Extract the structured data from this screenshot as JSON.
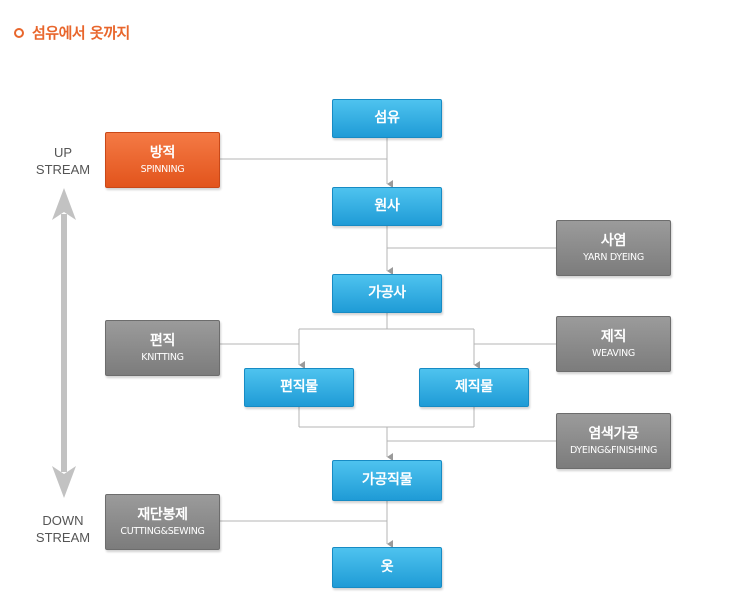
{
  "title": "섬유에서 옷까지",
  "colors": {
    "accent": "#e8662c",
    "blue": "#2aa7e0",
    "gray": "#8c8c8c",
    "orange": "#ec6630"
  },
  "stream_labels": {
    "up": [
      "UP",
      "STREAM"
    ],
    "down": [
      "DOWN",
      "STREAM"
    ]
  },
  "nodes": {
    "fiber": {
      "main": "섬유"
    },
    "spinning": {
      "main": "방적",
      "sub": "SPINNING"
    },
    "yarn": {
      "main": "원사"
    },
    "yarn_dyeing": {
      "main": "사염",
      "sub": "YARN DYEING"
    },
    "processed": {
      "main": "가공사"
    },
    "knitting": {
      "main": "편직",
      "sub": "KNITTING"
    },
    "weaving": {
      "main": "제직",
      "sub": "WEAVING"
    },
    "knit_fabric": {
      "main": "편직물"
    },
    "woven_fabric": {
      "main": "제직물"
    },
    "dyeing": {
      "main": "염색가공",
      "sub": "DYEING&FINISHING"
    },
    "fabric": {
      "main": "가공직물"
    },
    "cutting": {
      "main": "재단봉제",
      "sub": "CUTTING&SEWING"
    },
    "clothes": {
      "main": "옷"
    }
  }
}
